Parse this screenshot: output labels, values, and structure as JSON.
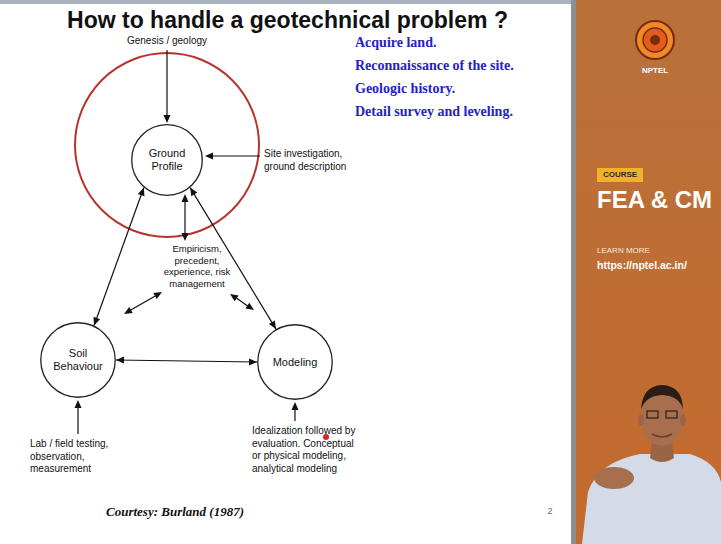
{
  "diagram": {
    "title": "How to handle a geotechnical problem ?",
    "nodes": [
      {
        "text": [
          "Ground Profile"
        ]
      },
      {
        "text": [
          "Soil Behaviour"
        ]
      },
      {
        "text": [
          "Modeling"
        ]
      }
    ],
    "edges": [
      {
        "from": 0,
        "to": 1,
        "arrow": "both"
      },
      {
        "from": 0,
        "to": 2,
        "arrow": "both"
      },
      {
        "from": 1,
        "to": 2,
        "arrow": "both"
      }
    ],
    "labels": [
      "Genesis / geology",
      "Site investigation, ground description",
      "Empiricism, precedent, experience, risk management",
      "Lab / field testing, observation, measurement",
      "Idealization followed by evaluation. Conceptual or physical modeling, analytical modeling",
      "Acquire land.",
      "Reconnaissance of the site.",
      "Geologic history.",
      "Detail survey and leveling.",
      "Courtesy: Burland (1987)",
      "2",
      "NPTEL",
      "COURSE",
      "FEA & CM",
      "LEARN MORE",
      "https://nptel.ac.in/"
    ]
  }
}
